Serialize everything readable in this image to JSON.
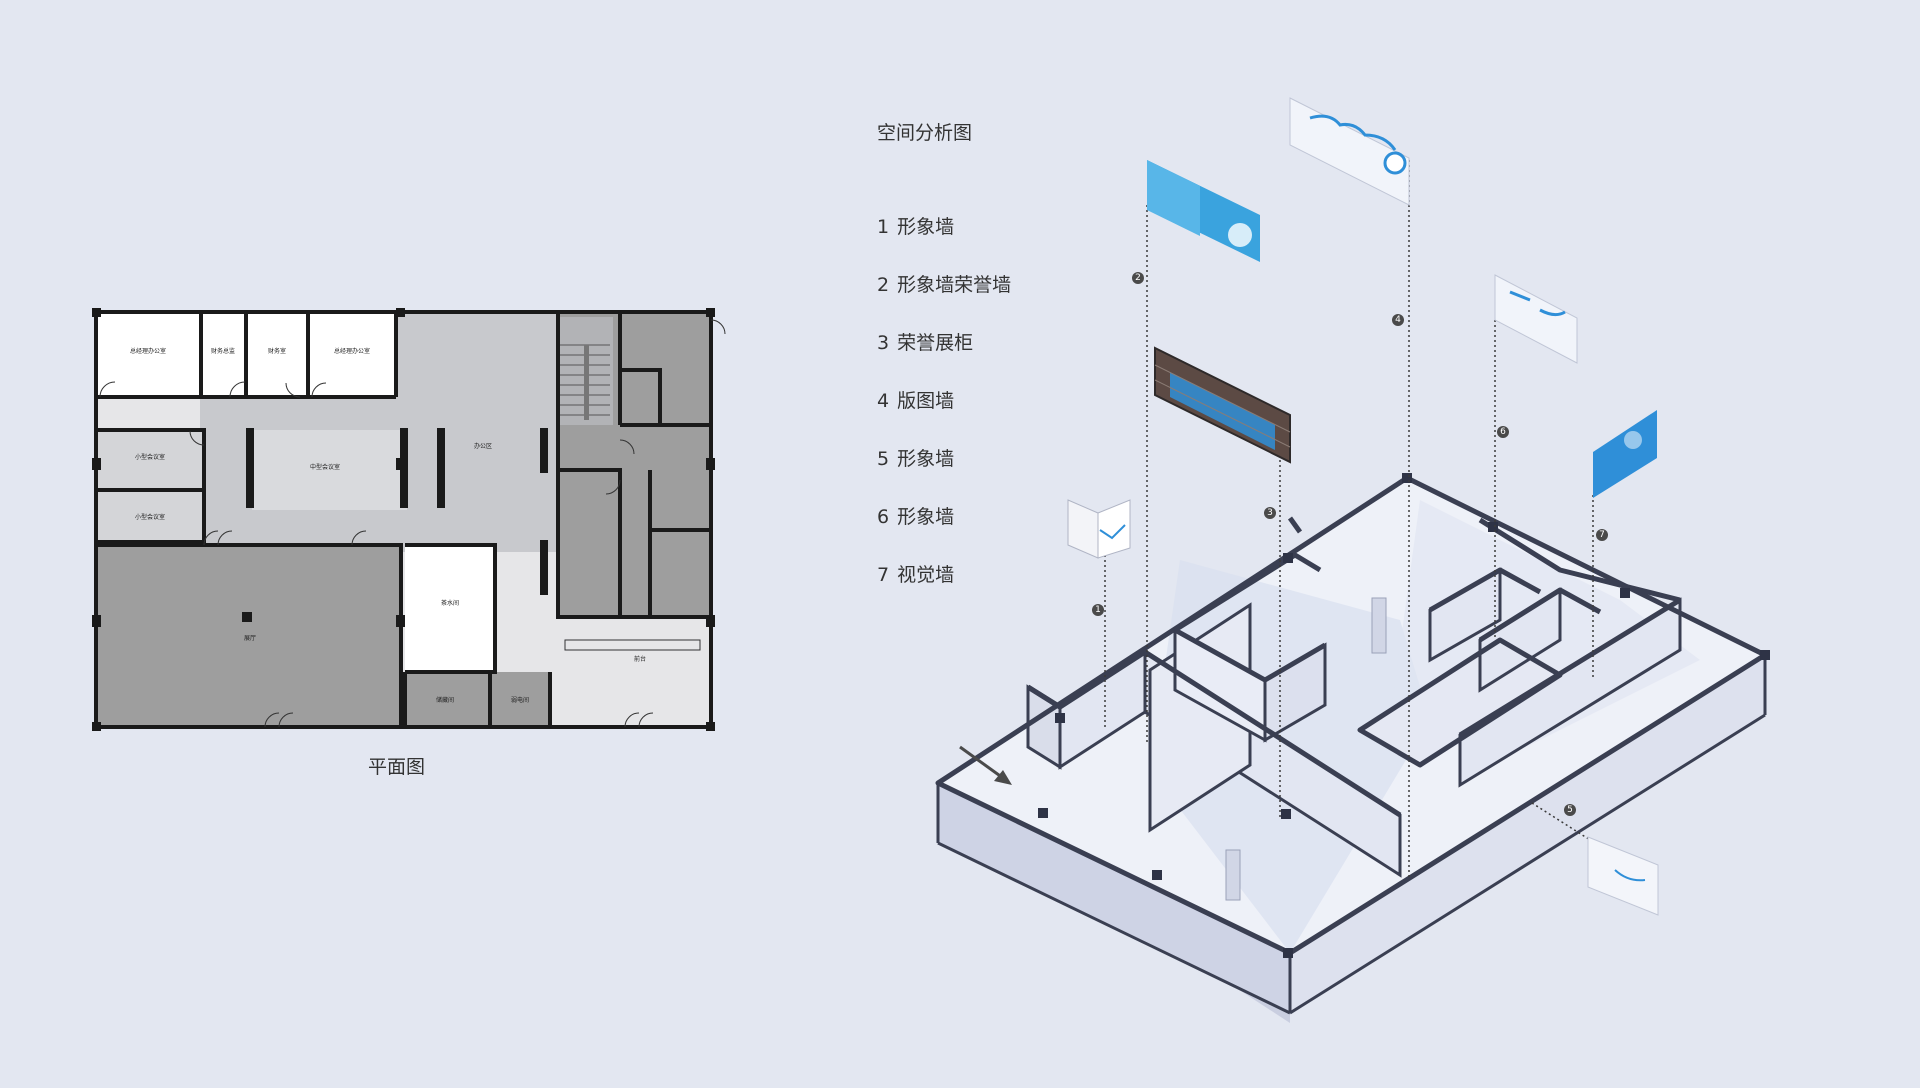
{
  "plan": {
    "caption": "平面图",
    "rooms": [
      "总经理办公室",
      "财务总监",
      "财务室",
      "总经理办公室",
      "小型会议室",
      "中型会议室",
      "办公区",
      "小型会议室",
      "展厅",
      "茶水间",
      "前台",
      "储藏间",
      "弱电间"
    ]
  },
  "diagram": {
    "title": "空间分析图",
    "legend": [
      {
        "num": "1",
        "label": "形象墙"
      },
      {
        "num": "2",
        "label": "形象墙荣誉墙"
      },
      {
        "num": "3",
        "label": "荣誉展柜"
      },
      {
        "num": "4",
        "label": "版图墙"
      },
      {
        "num": "5",
        "label": "形象墙"
      },
      {
        "num": "6",
        "label": "形象墙"
      },
      {
        "num": "7",
        "label": "视觉墙"
      }
    ],
    "markers": [
      "1",
      "2",
      "3",
      "4",
      "5",
      "6",
      "7"
    ]
  },
  "colors": {
    "background": "#e3e7f1",
    "wall": "#1a1a1a",
    "room_grey": "#9e9e9e",
    "office_light": "#c8c9cd",
    "brand_blue": "#2f8fd8"
  }
}
